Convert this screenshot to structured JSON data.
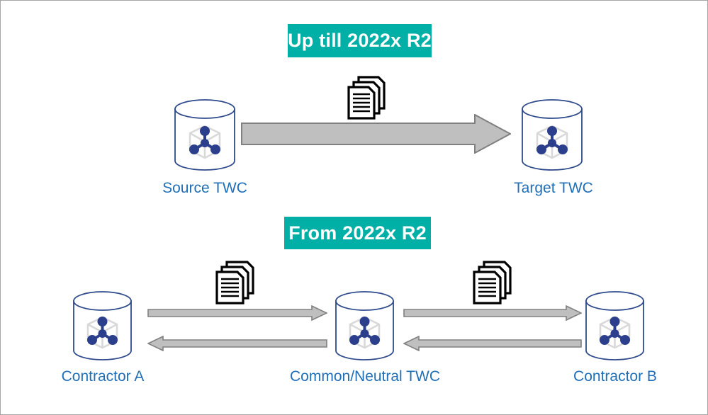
{
  "diagram": {
    "title_visible": false,
    "colors": {
      "banner_teal": "#00AFA5",
      "label_blue": "#1F6FB8",
      "cylinder_navy": "#2E4A8B",
      "node_navy": "#2B3F8C",
      "cube_gray": "#D9D9D9",
      "arrow_fill": "#BFBFBF",
      "arrow_stroke": "#808080",
      "document_black": "#000000",
      "page_border": "#A6A6A6"
    },
    "sections": [
      {
        "id": "section-legacy",
        "banner": "Up till 2022x R2",
        "nodes": [
          {
            "id": "source-twc",
            "label": "Source TWC",
            "icon": "database-cylinder-icon"
          },
          {
            "id": "target-twc",
            "label": "Target TWC",
            "icon": "database-cylinder-icon"
          }
        ],
        "artifacts": [
          {
            "id": "documents-top",
            "icon": "document-stack-icon"
          }
        ],
        "flows": [
          {
            "id": "flow-source-to-target",
            "direction": "right",
            "style": "thick-block-arrow"
          }
        ]
      },
      {
        "id": "section-modern",
        "banner": "From 2022x R2",
        "nodes": [
          {
            "id": "contractor-a",
            "label": "Contractor A",
            "icon": "database-cylinder-icon"
          },
          {
            "id": "common-neutral-twc",
            "label": "Common/Neutral TWC",
            "icon": "database-cylinder-icon"
          },
          {
            "id": "contractor-b",
            "label": "Contractor B",
            "icon": "database-cylinder-icon"
          }
        ],
        "artifacts": [
          {
            "id": "documents-left",
            "icon": "document-stack-icon"
          },
          {
            "id": "documents-right",
            "icon": "document-stack-icon"
          }
        ],
        "flows": [
          {
            "id": "flow-a-to-common",
            "direction": "right",
            "style": "thin-block-arrow"
          },
          {
            "id": "flow-common-to-a",
            "direction": "left",
            "style": "thin-block-arrow"
          },
          {
            "id": "flow-common-to-b",
            "direction": "right",
            "style": "thin-block-arrow"
          },
          {
            "id": "flow-b-to-common",
            "direction": "left",
            "style": "thin-block-arrow"
          }
        ]
      }
    ]
  }
}
